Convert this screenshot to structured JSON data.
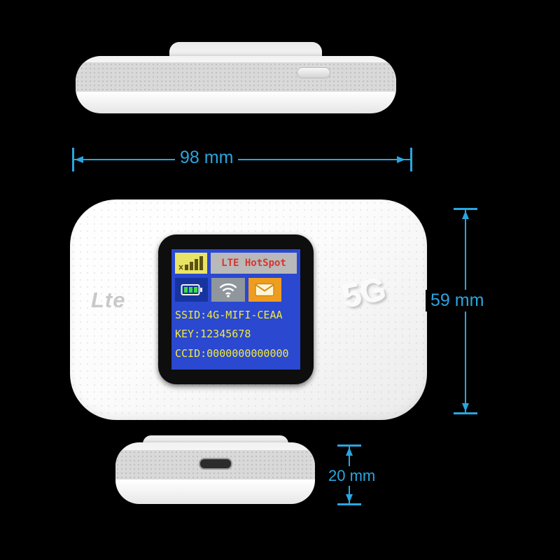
{
  "canvas": {
    "background": "#000000"
  },
  "annotations": {
    "dimension_color": "#29a6e0",
    "width_label": "98 mm",
    "height_label": "59 mm",
    "depth_label": "20 mm"
  },
  "device": {
    "brand_left": "Lte",
    "brand_right": "5G",
    "screen": {
      "status_label": "LTE HotSpot",
      "ssid_line": "SSID:4G-MIFI-CEAA",
      "key_line": "KEY:12345678",
      "ccid_line": "CCID:0000000000000",
      "icons": [
        "signal-bars",
        "battery",
        "wifi",
        "mail"
      ],
      "colors": {
        "display_background": "#2a48d0",
        "text_yellow": "#f2e93c",
        "status_text_red": "#d93430",
        "signal_tile_yellow": "#e9e465",
        "battery_tile_blue": "#17349e",
        "wifi_tile_gray": "#8f969c",
        "mail_tile_orange": "#ef9d20"
      }
    }
  }
}
